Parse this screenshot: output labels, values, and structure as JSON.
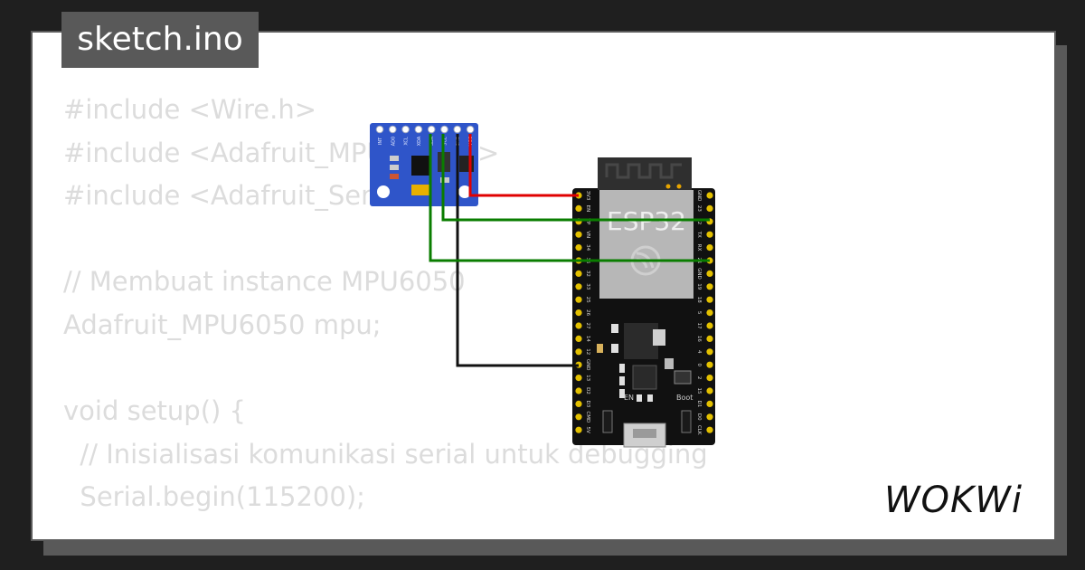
{
  "tab": {
    "filename": "sketch.ino"
  },
  "code_lines": [
    "#include <Wire.h>",
    "#include <Adafruit_MPU6050.h>",
    "#include <Adafruit_Sensor.h>",
    "",
    "// Membuat instance MPU6050",
    "Adafruit_MPU6050 mpu;",
    "",
    "void setup() {",
    "  // Inisialisasi komunikasi serial untuk debugging",
    "  Serial.begin(115200);"
  ],
  "mpu_board": {
    "pins": [
      "INT",
      "AD0",
      "XCL",
      "XDA",
      "SDA",
      "SCL",
      "GND",
      "VCC"
    ]
  },
  "esp32_board": {
    "label": "ESP32",
    "left_pins": [
      "3V3",
      "EN",
      "VP",
      "VN",
      "34",
      "35",
      "32",
      "33",
      "25",
      "26",
      "27",
      "14",
      "12",
      "GND",
      "13",
      "D2",
      "D3",
      "CMD",
      "5V"
    ],
    "right_pins": [
      "GND",
      "23",
      "22",
      "TX",
      "RX",
      "21",
      "GND",
      "19",
      "18",
      "5",
      "17",
      "16",
      "4",
      "0",
      "2",
      "15",
      "D1",
      "D0",
      "CLK"
    ],
    "en_label": "EN",
    "boot_label": "Boot"
  },
  "wire_colors": {
    "power": "#e00000",
    "ground": "#111111",
    "sda": "#0a7d00",
    "scl": "#0a7d00"
  },
  "brand": {
    "logo_text": "WOKWi"
  }
}
